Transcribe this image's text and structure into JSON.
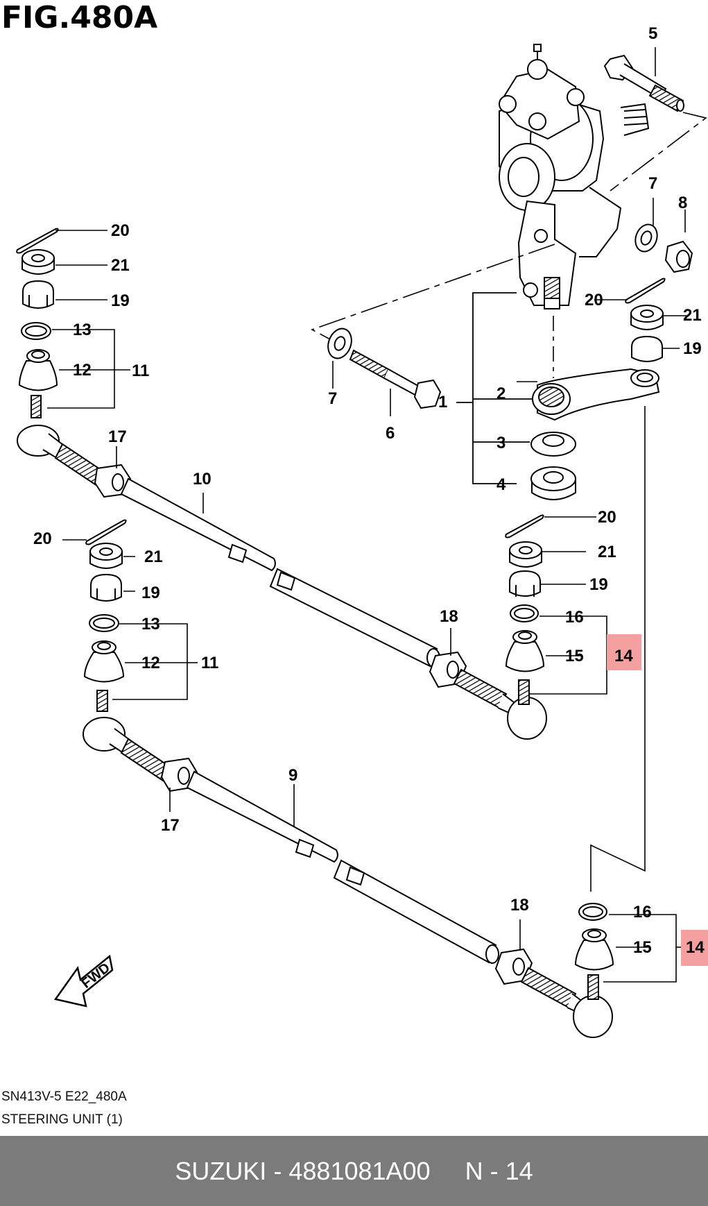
{
  "figure": {
    "title": "FIG.480A",
    "code": "SN413V-5 E22_480A",
    "caption": "STEERING UNIT (1)",
    "fwd": "FWD"
  },
  "footer": {
    "brand": "SUZUKI",
    "separator": " - ",
    "part_number": "4881081A00",
    "reference": "N - 14"
  },
  "callouts": {
    "c1": "1",
    "c2": "2",
    "c3": "3",
    "c4": "4",
    "c5": "5",
    "c6": "6",
    "c7a": "7",
    "c7b": "7",
    "c8": "8",
    "c9": "9",
    "c10": "10",
    "c11a": "11",
    "c11b": "11",
    "c12a": "12",
    "c12b": "12",
    "c13a": "13",
    "c13b": "13",
    "c14a": "14",
    "c14b": "14",
    "c15a": "15",
    "c15b": "15",
    "c16a": "16",
    "c16b": "16",
    "c17a": "17",
    "c17b": "17",
    "c18a": "18",
    "c18b": "18",
    "c19a": "19",
    "c19b": "19",
    "c19c": "19",
    "c19d": "19",
    "c20a": "20",
    "c20b": "20",
    "c20c": "20",
    "c20d": "20",
    "c21a": "21",
    "c21b": "21",
    "c21c": "21",
    "c21d": "21"
  },
  "colors": {
    "highlight": "#f4a0a0",
    "footer_bg": "#7b7b7b",
    "footer_text": "#ffffff"
  }
}
